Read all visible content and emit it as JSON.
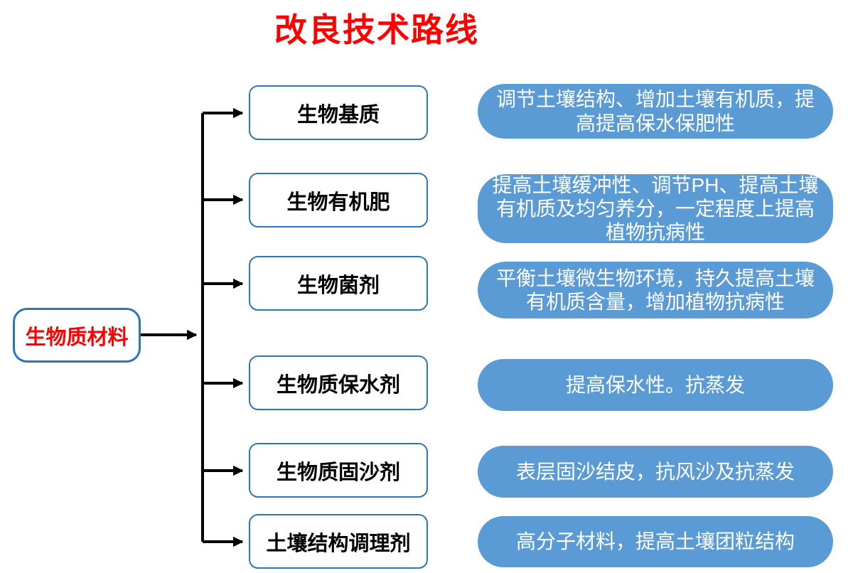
{
  "title": "改良技术路线",
  "colors": {
    "title": "#FF0000",
    "root_text": "#FF0000",
    "box_border": "#2E75B6",
    "bubble_fill": "#5B9BD5",
    "bubble_text": "#FFFFFF",
    "line": "#000000"
  },
  "root": {
    "label": "生物质材料"
  },
  "rows": [
    {
      "label": "生物基质",
      "description": "调节土壤结构、增加土壤有机质，提高提高保水保肥性"
    },
    {
      "label": "生物有机肥",
      "description": "提高土壤缓冲性、调节PH、提高土壤有机质及均匀养分，一定程度上提高植物抗病性"
    },
    {
      "label": "生物菌剂",
      "description": "平衡土壤微生物环境，持久提高土壤有机质含量，增加植物抗病性"
    },
    {
      "label": "生物质保水剂",
      "description": "提高保水性。抗蒸发"
    },
    {
      "label": "生物质固沙剂",
      "description": "表层固沙结皮，抗风沙及抗蒸发"
    },
    {
      "label": "土壤结构调理剂",
      "description": "高分子材料，提高土壤团粒结构"
    }
  ]
}
